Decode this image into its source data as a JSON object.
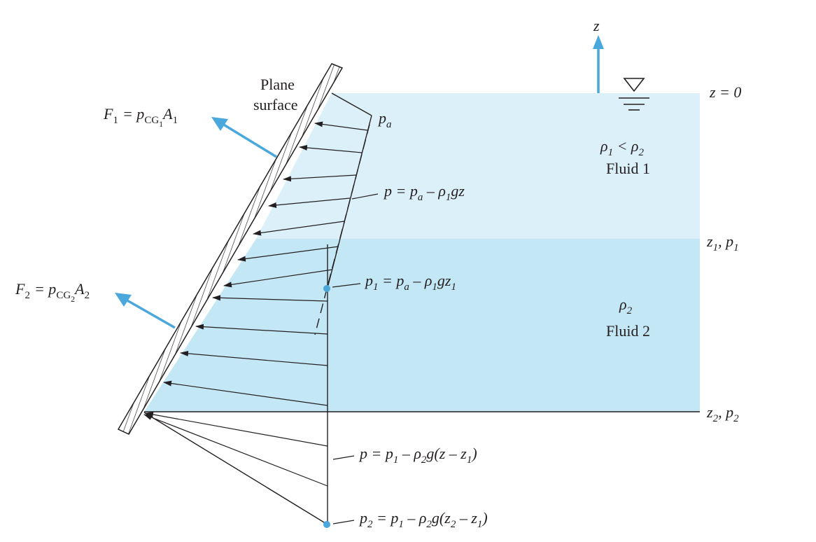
{
  "colors": {
    "fluid1": "#dcf0f9",
    "fluid2": "#c4e7f6",
    "accent": "#4aa8dc",
    "ink": "#231f20"
  },
  "icons": {
    "free_surface": "free-surface-triangle-icon",
    "axis_arrow": "arrow-up-icon",
    "point_marker": "circle-dot-icon"
  },
  "labels": {
    "z_axis": "z",
    "z_zero": "z = 0",
    "plane": "Plane",
    "surface": "surface",
    "pa": "p",
    "pa_sub": "a",
    "fluid1_name": "Fluid 1",
    "fluid2_name": "Fluid 2",
    "f1": {
      "lhs": "F",
      "lhs_sub": "1",
      "eq": "= p",
      "sub": "CG",
      "subsub": "1",
      "A": "A",
      "A_sub": "1"
    },
    "f2": {
      "lhs": "F",
      "lhs_sub": "2",
      "eq": "= p",
      "sub": "CG",
      "subsub": "2",
      "A": "A",
      "A_sub": "2"
    },
    "rho_rel": {
      "a": "ρ",
      "a_sub": "1",
      "op": " < ρ",
      "b_sub": "2"
    },
    "rho2": {
      "a": "ρ",
      "a_sub": "2"
    },
    "eq1": {
      "a": "p = p",
      "a_sub": "a",
      "b": " – ρ",
      "b_sub": "1",
      "c": "gz"
    },
    "eq2": {
      "a": "p",
      "a_sub": "1",
      "b": " = p",
      "b_sub": "a",
      "c": " – ρ",
      "c_sub": "1",
      "d": "gz",
      "d_sub": "1"
    },
    "eq3": {
      "a": "p = p",
      "a_sub": "1",
      "b": " – ρ",
      "b_sub": "2",
      "c": "g(z – z",
      "c_sub": "1",
      "d": ")"
    },
    "eq4": {
      "a": "p",
      "a_sub": "2",
      "b": " = p",
      "b_sub": "1",
      "c": " – ρ",
      "c_sub": "2",
      "d": "g(z",
      "d_sub": "2",
      "e": " – z",
      "e_sub": "1",
      "f": ")"
    },
    "z1p1": {
      "a": "z",
      "a_sub": "1",
      "b": ", p",
      "b_sub": "1"
    },
    "z2p2": {
      "a": "z",
      "a_sub": "2",
      "b": ", p",
      "b_sub": "2"
    }
  }
}
